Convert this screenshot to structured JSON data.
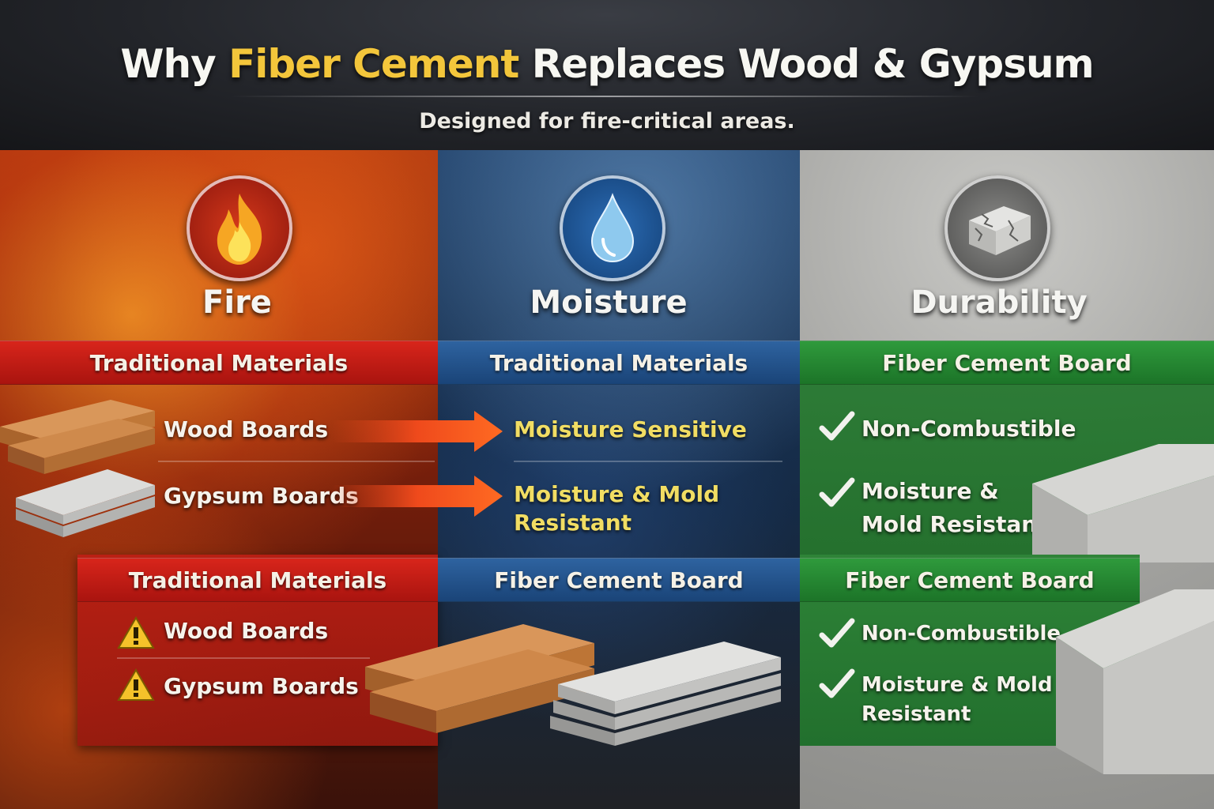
{
  "header": {
    "title_prefix": "Why ",
    "title_accent": "Fiber Cement",
    "title_suffix": " Replaces Wood & Gypsum",
    "subtitle": "Designed for fire-critical areas."
  },
  "columns": {
    "fire": {
      "label": "Fire",
      "icon": "flame-icon",
      "band_top": "Traditional Materials",
      "rows": [
        "Wood Boards",
        "Gypsum Boards"
      ],
      "band_bottom": "Traditional Materials",
      "warning_rows": [
        "Wood Boards",
        "Gypsum Boards"
      ]
    },
    "moisture": {
      "label": "Moisture",
      "icon": "water-drop-icon",
      "band_top": "Traditional Materials",
      "rows": [
        "Moisture Sensitive",
        "Moisture & Mold",
        "Resistant"
      ],
      "band_bottom": "Fiber Cement Board"
    },
    "durability": {
      "label": "Durability",
      "icon": "cracked-block-icon",
      "band_top": "Fiber Cement Board",
      "rows": [
        "Non-Combustible",
        "Moisture &",
        "Mold Resistant"
      ],
      "band_bottom": "Fiber Cement Board",
      "bottom_rows": [
        "Non-Combustible",
        "Moisture & Mold",
        "Resistant"
      ]
    }
  },
  "colors": {
    "accent": "#f3c63b",
    "fire_red": "#c41e16",
    "water_blue": "#215594",
    "cement_green": "#238332",
    "highlight_yellow": "#f1dd63"
  }
}
